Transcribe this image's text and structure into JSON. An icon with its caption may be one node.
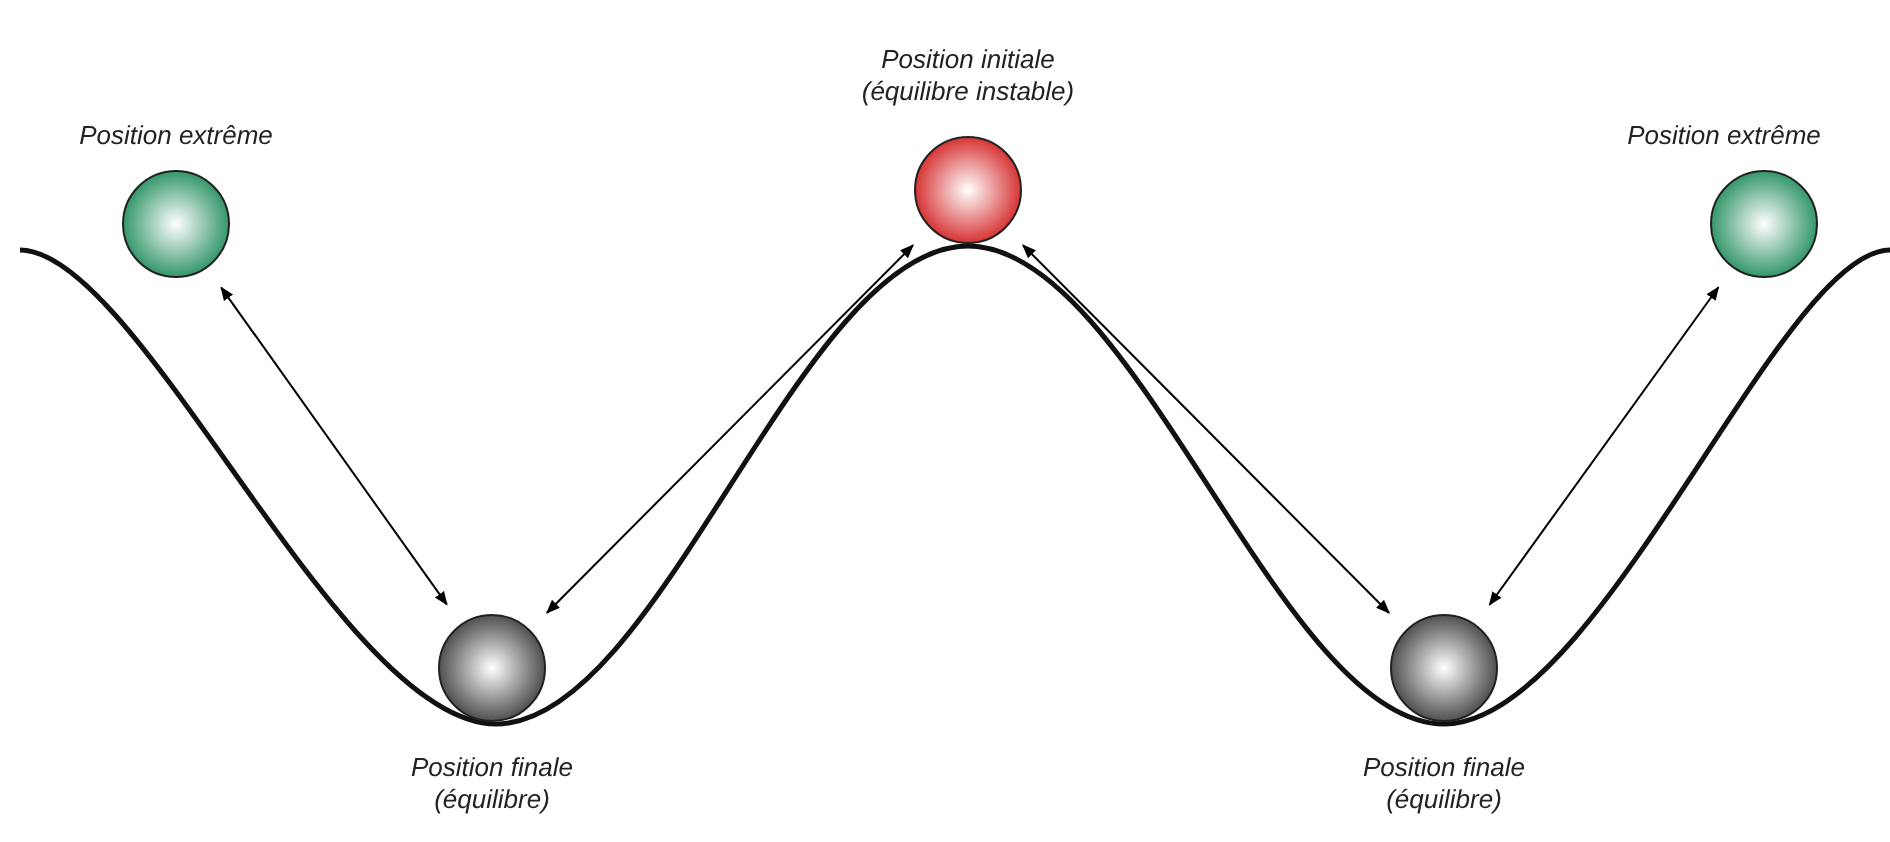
{
  "diagram": {
    "nodes": [
      {
        "text": [],
        "shape": "circle",
        "beside": [
          "Position extrême"
        ]
      },
      {
        "text": [],
        "shape": "circle",
        "beside": [
          "Position initiale (équilibre instable)"
        ]
      },
      {
        "text": [],
        "shape": "circle",
        "beside": [
          "Position extrême"
        ]
      },
      {
        "text": [],
        "shape": "circle",
        "beside": [
          "Position finale (équilibre)"
        ]
      },
      {
        "text": [],
        "shape": "circle",
        "beside": [
          "Position finale (équilibre)"
        ]
      }
    ],
    "edges": [
      {
        "from": 0,
        "to": 3,
        "arrow": "both"
      },
      {
        "from": 3,
        "to": 1,
        "arrow": "both"
      },
      {
        "from": 1,
        "to": 4,
        "arrow": "both"
      },
      {
        "from": 4,
        "to": 2,
        "arrow": "both"
      }
    ]
  }
}
